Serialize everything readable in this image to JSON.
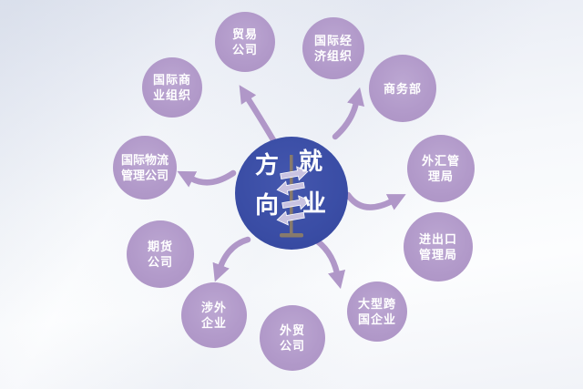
{
  "diagram": {
    "title_reading": "就业方向",
    "center": {
      "top_left_char": "方",
      "top_right_char": "就",
      "bottom_left_char": "向",
      "bottom_right_char": "业"
    },
    "nodes": [
      {
        "label": "贸易公司",
        "line1": "贸易",
        "line2": "公司"
      },
      {
        "label": "国际经济组织",
        "line1": "国际经",
        "line2": "济组织"
      },
      {
        "label": "商务部",
        "line1": "商务部",
        "line2": ""
      },
      {
        "label": "外汇管理局",
        "line1": "外汇管",
        "line2": "理局"
      },
      {
        "label": "进出口管理局",
        "line1": "进出口",
        "line2": "管理局"
      },
      {
        "label": "大型跨国企业",
        "line1": "大型跨",
        "line2": "国企业"
      },
      {
        "label": "外贸公司",
        "line1": "外贸",
        "line2": "公司"
      },
      {
        "label": "涉外企业",
        "line1": "涉外",
        "line2": "企业"
      },
      {
        "label": "期货公司",
        "line1": "期货",
        "line2": "公司"
      },
      {
        "label": "国际物流管理公司",
        "line1": "国际物流",
        "line2": "管理公司"
      },
      {
        "label": "国际商业组织",
        "line1": "国际商",
        "line2": "业组织"
      }
    ],
    "colors": {
      "background_top": "#e4e8f1",
      "background_bottom": "#fcfdfe",
      "node_fill": "#b29aca",
      "arrow_fill": "#b097c8",
      "center_fill": "#3a4da5",
      "text": "#ffffff",
      "signpost_pole": "#877a6c",
      "signpost_arrow": "#c9c3e1"
    }
  }
}
